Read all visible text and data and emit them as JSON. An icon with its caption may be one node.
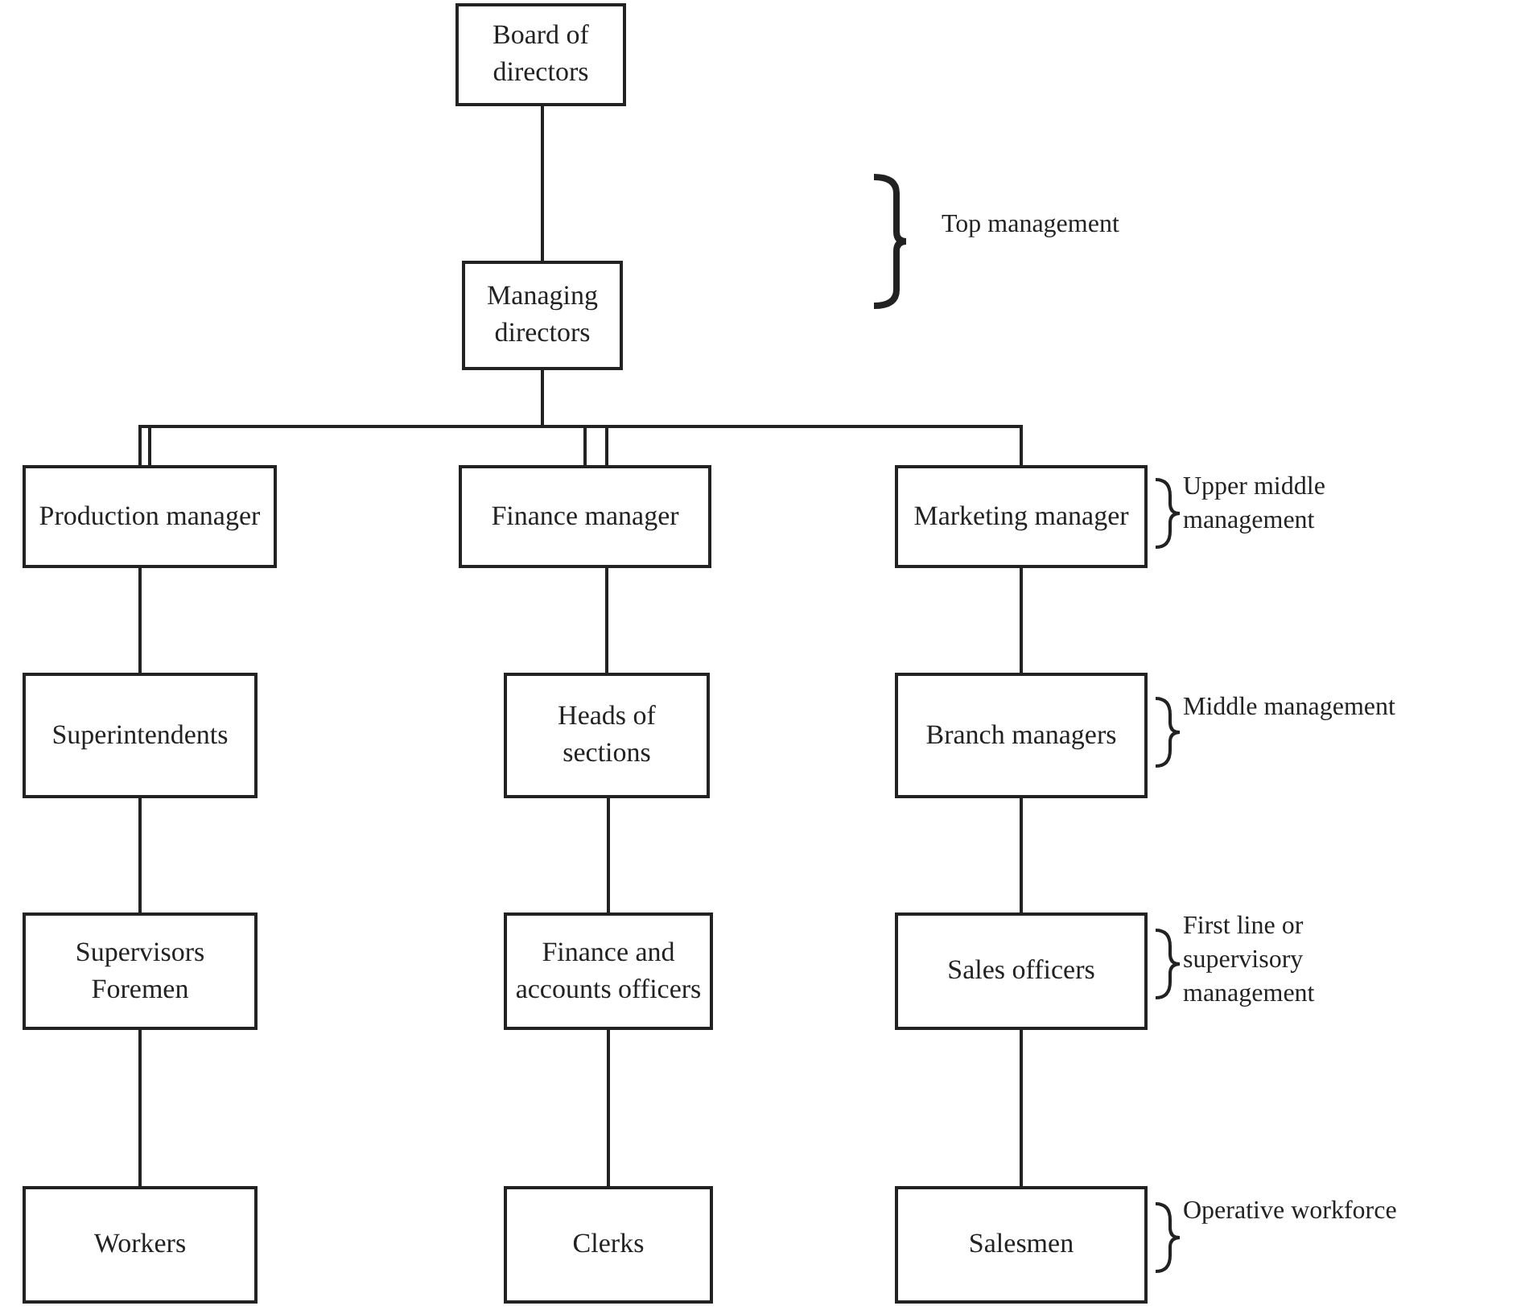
{
  "diagram": {
    "nodes": [
      {
        "text": [
          "Board of directors"
        ]
      },
      {
        "text": [
          "Managing directors"
        ]
      },
      {
        "text": [
          "Production manager"
        ]
      },
      {
        "text": [
          "Finance manager"
        ]
      },
      {
        "text": [
          "Marketing manager"
        ]
      },
      {
        "text": [
          "Superintendents"
        ]
      },
      {
        "text": [
          "Heads of sections"
        ]
      },
      {
        "text": [
          "Branch managers"
        ]
      },
      {
        "text": [
          "Supervisors Foremen"
        ]
      },
      {
        "text": [
          "Finance and accounts officers"
        ]
      },
      {
        "text": [
          "Sales officers"
        ]
      },
      {
        "text": [
          "Workers"
        ]
      },
      {
        "text": [
          "Clerks"
        ]
      },
      {
        "text": [
          "Salesmen"
        ]
      }
    ],
    "edges": [
      {
        "from": 0,
        "to": 1,
        "arrow": "none"
      },
      {
        "from": 1,
        "to": 2,
        "arrow": "none"
      },
      {
        "from": 1,
        "to": 3,
        "arrow": "none"
      },
      {
        "from": 1,
        "to": 4,
        "arrow": "none"
      },
      {
        "from": 2,
        "to": 5,
        "arrow": "none"
      },
      {
        "from": 3,
        "to": 6,
        "arrow": "none"
      },
      {
        "from": 4,
        "to": 7,
        "arrow": "none"
      },
      {
        "from": 5,
        "to": 8,
        "arrow": "none"
      },
      {
        "from": 6,
        "to": 9,
        "arrow": "none"
      },
      {
        "from": 7,
        "to": 10,
        "arrow": "none"
      },
      {
        "from": 8,
        "to": 11,
        "arrow": "none"
      },
      {
        "from": 9,
        "to": 12,
        "arrow": "none"
      },
      {
        "from": 10,
        "to": 13,
        "arrow": "none"
      }
    ],
    "labels": [
      "Top management",
      "Upper middle management",
      "Middle management",
      "First line or supervisory management",
      "Operative workforce"
    ]
  }
}
